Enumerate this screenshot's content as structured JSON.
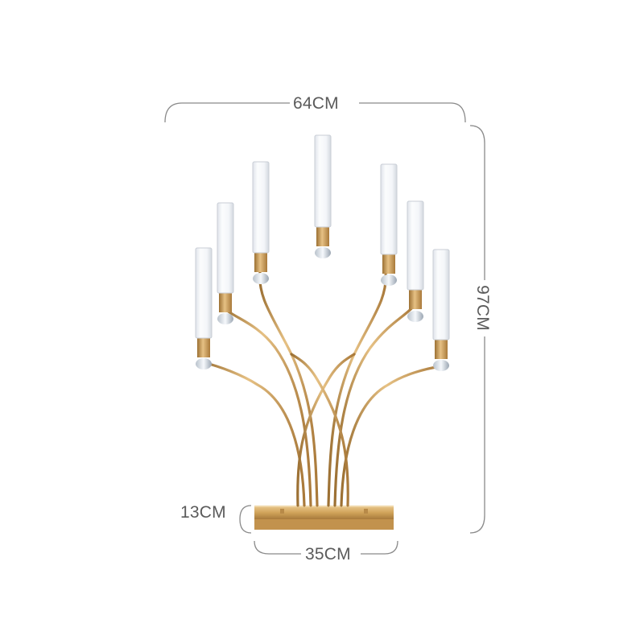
{
  "dimensions": {
    "width": "64CM",
    "height": "97CM",
    "base_height": "13CM",
    "base_width": "35CM"
  },
  "colors": {
    "gold": "#c99a4f",
    "gold_light": "#e6c184",
    "gold_dark": "#9c7033",
    "glass": "#eef0f4",
    "dimension_line": "#8a8a8a",
    "text": "#5b5b5b"
  },
  "subject": {
    "arms": 7
  }
}
